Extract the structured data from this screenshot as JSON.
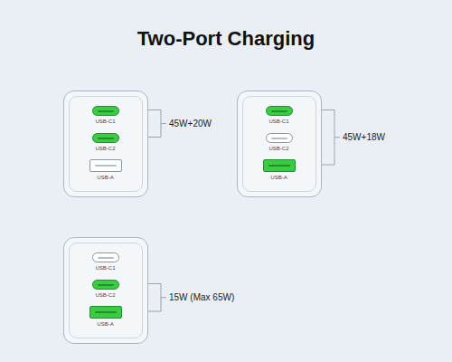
{
  "diagram": {
    "title": "Two-Port Charging",
    "nodes": [
      {
        "text": []
      },
      {
        "text": [
          "USB-C1"
        ],
        "in": 0
      },
      {
        "text": [
          "USB-C2"
        ],
        "in": 0
      },
      {
        "text": [
          "USB-A"
        ],
        "in": 0
      },
      {
        "text": []
      },
      {
        "text": [
          "USB-C1"
        ],
        "in": 4
      },
      {
        "text": [
          "USB-C2"
        ],
        "in": 4
      },
      {
        "text": [
          "USB-A"
        ],
        "in": 4
      },
      {
        "text": []
      },
      {
        "text": [
          "USB-C1"
        ],
        "in": 8
      },
      {
        "text": [
          "USB-C2"
        ],
        "in": 8
      },
      {
        "text": [
          "USB-A"
        ],
        "in": 8
      }
    ],
    "labels": [
      "45W+20W",
      "45W+18W",
      "15W (Max 65W)"
    ]
  }
}
